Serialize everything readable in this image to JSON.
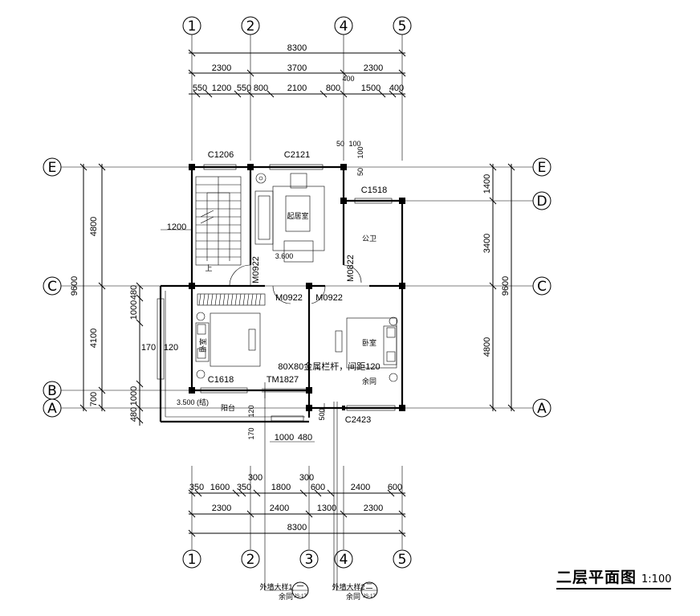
{
  "drawing": {
    "title": "二层平面图",
    "scale": "1:100"
  },
  "axes": {
    "top": [
      "1",
      "2",
      "4",
      "5"
    ],
    "bottom": [
      "1",
      "2",
      "3",
      "4",
      "5"
    ],
    "left": [
      "E",
      "C",
      "B",
      "A"
    ],
    "right": [
      "E",
      "D",
      "C",
      "A"
    ]
  },
  "dims": {
    "top_total": "8300",
    "top_mid": [
      "2300",
      "3700",
      "2300"
    ],
    "top_fine": [
      "550",
      "1200",
      "550",
      "800",
      "2100",
      "800",
      "1500",
      "400"
    ],
    "top_small": "400",
    "bottom_fine": [
      "350",
      "1600",
      "350",
      "1800",
      "600",
      "2400",
      "600"
    ],
    "bottom_small": [
      "300",
      "300"
    ],
    "bottom_mid": [
      "2300",
      "2400",
      "1300",
      "2300"
    ],
    "bottom_total": "8300",
    "left_outer": "9600",
    "left_mid": [
      "4800",
      "4100",
      "700"
    ],
    "left_fine": [
      "480",
      "1000",
      "1000",
      "480"
    ],
    "right_outer": "9600",
    "right_mid": [
      "1400",
      "3400",
      "4800"
    ],
    "misc": [
      "1200",
      "170",
      "120",
      "170",
      "120",
      "1000",
      "480",
      "500",
      "50",
      "100",
      "50",
      "100"
    ]
  },
  "labels": {
    "windows": [
      "C1206",
      "C2121",
      "C1518",
      "C1618",
      "C2423"
    ],
    "doors": [
      "M0922",
      "M0922",
      "M0922",
      "M0822",
      "TM1827"
    ],
    "rooms": [
      "起居室",
      "公卫",
      "卧室",
      "卧室",
      "阳台"
    ],
    "notes": [
      "80X80金属栏杆，间距120",
      "余同",
      "上",
      "3.600",
      "3.500 (结)"
    ],
    "details": [
      {
        "name": "外墙大样1",
        "sub": "余同",
        "ref_top": "一",
        "ref_bot": "JS-17"
      },
      {
        "name": "外墙大样2",
        "sub": "余同",
        "ref_top": "二",
        "ref_bot": "JS-17"
      }
    ]
  }
}
